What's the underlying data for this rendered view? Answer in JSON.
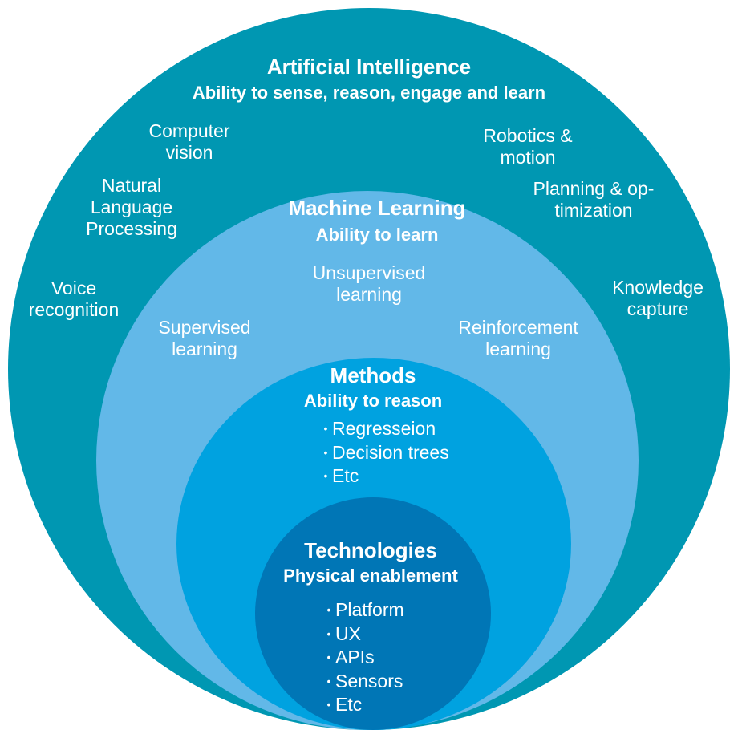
{
  "ai": {
    "title": "Artificial Intelligence",
    "subtitle": "Ability to sense, reason, engage and learn",
    "items": [
      {
        "line1": "Computer",
        "line2": "vision"
      },
      {
        "line1": "Natural",
        "line2": "Language",
        "line3": "Processing"
      },
      {
        "line1": "Voice",
        "line2": "recognition"
      },
      {
        "line1": "Robotics &",
        "line2": "motion"
      },
      {
        "line1": "Planning & op-",
        "line2": "timization"
      },
      {
        "line1": "Knowledge",
        "line2": "capture"
      }
    ]
  },
  "ml": {
    "title": "Machine Learning",
    "subtitle": "Ability to learn",
    "items": [
      {
        "line1": "Unsupervised",
        "line2": "learning"
      },
      {
        "line1": "Supervised",
        "line2": "learning"
      },
      {
        "line1": "Reinforcement",
        "line2": "learning"
      }
    ]
  },
  "methods": {
    "title": "Methods",
    "subtitle": "Ability to reason",
    "bullets": [
      "Regresseion",
      "Decision trees",
      "Etc"
    ]
  },
  "tech": {
    "title": "Technologies",
    "subtitle": "Physical enablement",
    "bullets": [
      "Platform",
      "UX",
      "APIs",
      "Sensors",
      "Etc"
    ]
  },
  "colors": {
    "ai": "#0097b2",
    "ml": "#62b8e8",
    "methods": "#00a2e0",
    "tech": "#0076b6",
    "text": "#ffffff"
  }
}
